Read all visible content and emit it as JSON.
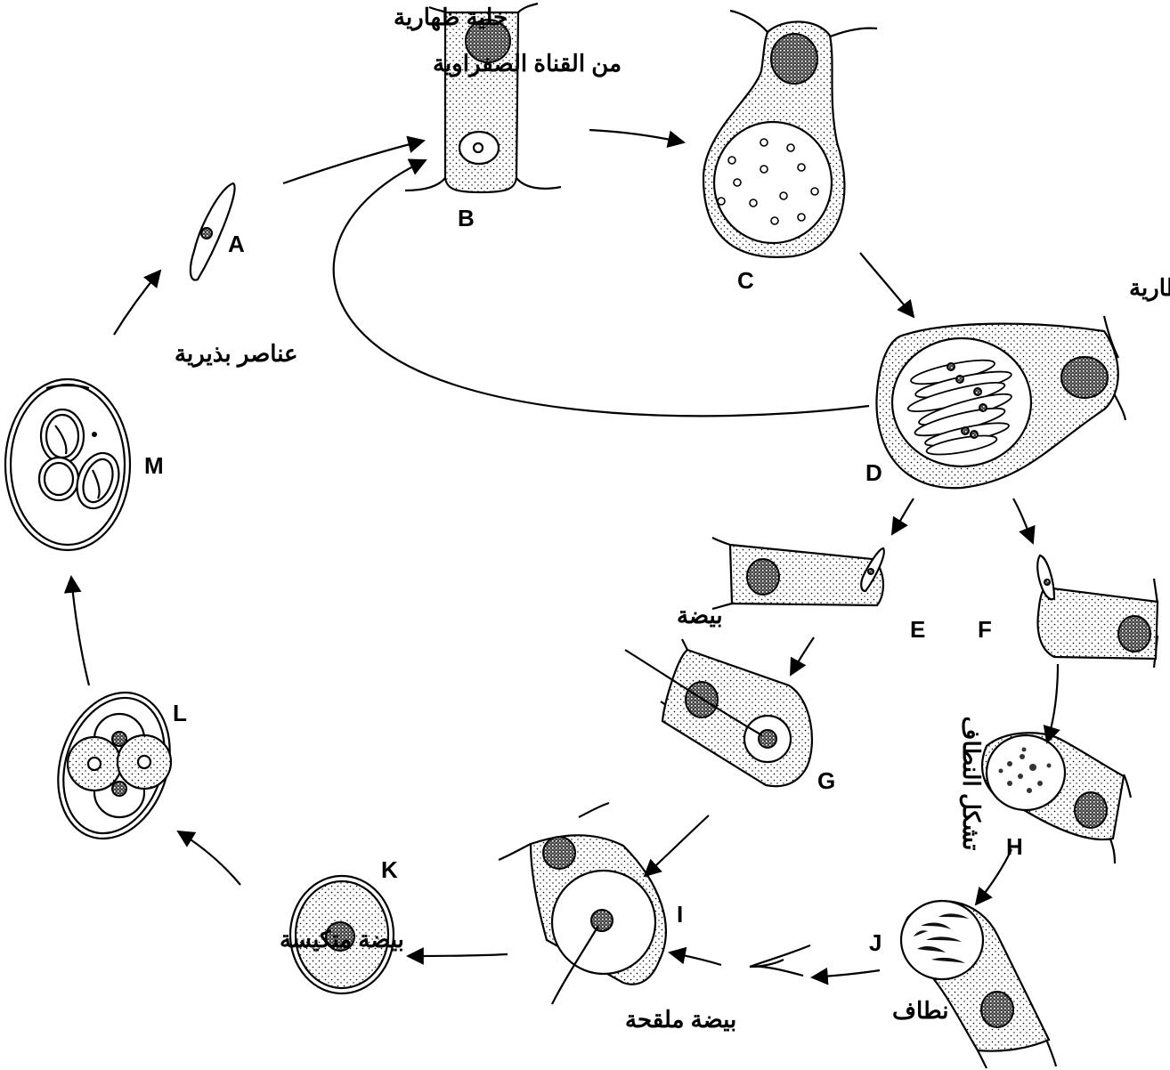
{
  "labels": {
    "A": "A",
    "B": "B",
    "C": "C",
    "D": "D",
    "E": "E",
    "F": "F",
    "G": "G",
    "H": "H",
    "I": "I",
    "J": "J",
    "K": "K",
    "L": "L",
    "M": "M"
  },
  "annotations": {
    "epithelial_cell_line1": "خلية ظهارية",
    "epithelial_cell_line2": "من القناة الصفراوية",
    "schizonts": "عناصر انشطارية",
    "sporozoites": "عناصر بذيرية",
    "egg": "بيضة",
    "sperm_formation": "تشكل النطاف",
    "sperm": "نطاف",
    "fertilized_egg": "بيضة ملقحة",
    "encysted_egg": "بيضة متكيسة"
  },
  "colors": {
    "ink": "#000000",
    "background": "#ffffff"
  }
}
